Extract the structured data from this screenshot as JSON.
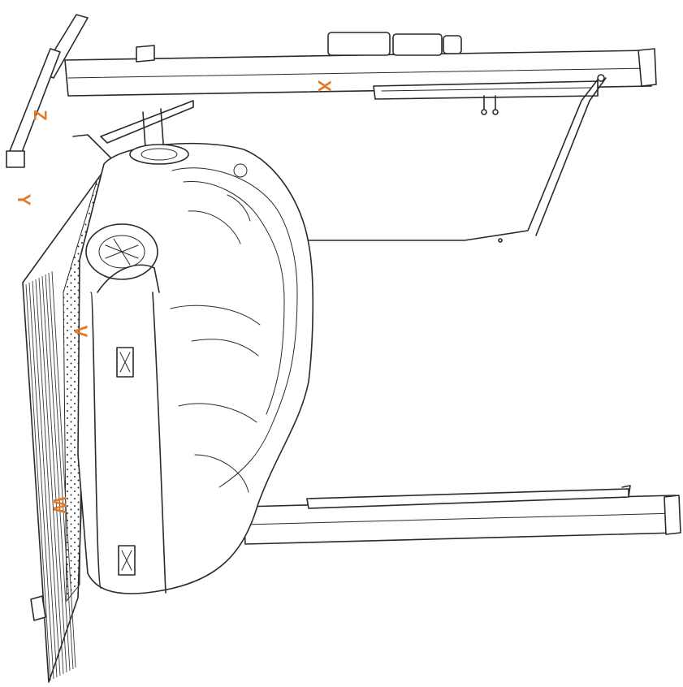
{
  "labels": {
    "x": "X",
    "y": "Y",
    "z": "Z",
    "w": "W",
    "v": "V"
  },
  "colors": {
    "callout": "#e07b2c",
    "line": "#2a2a2a",
    "background": "#ffffff"
  },
  "icons": {
    "hand_remote": "remote-control-icon"
  }
}
